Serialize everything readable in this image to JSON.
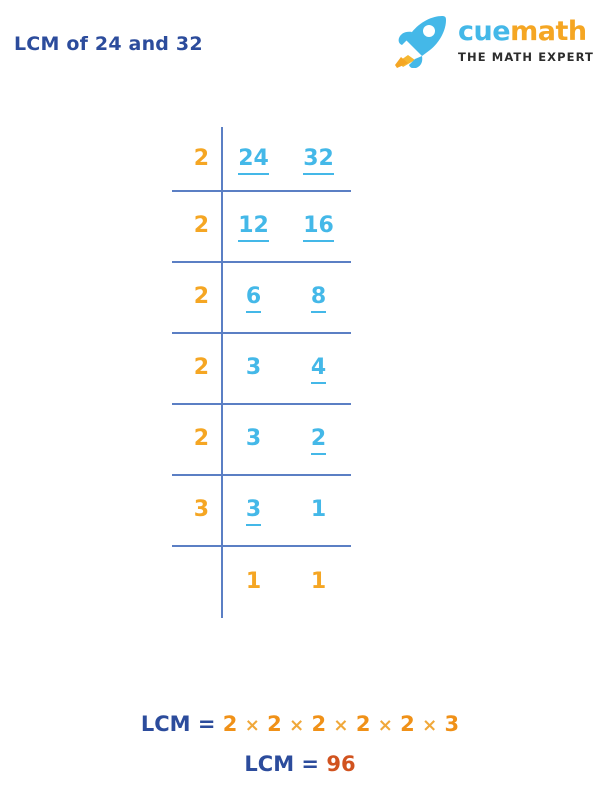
{
  "header": {
    "title": "LCM of 24 and 32",
    "brand": {
      "icon": "rocket-icon",
      "word_part1": "cue",
      "word_part2": "math",
      "tagline": "THE MATH EXPERT"
    }
  },
  "colors": {
    "title_blue": "#2c4c9c",
    "number_blue": "#44b8e8",
    "divisor_yellow": "#f5a623",
    "line_blue": "#5b7fc4",
    "result_orange": "#f09118",
    "answer_rust": "#d1531f"
  },
  "ladder": {
    "rows": [
      {
        "divisor": "2",
        "a": "24",
        "a_underlined": true,
        "b": "32",
        "b_underlined": true
      },
      {
        "divisor": "2",
        "a": "12",
        "a_underlined": true,
        "b": "16",
        "b_underlined": true
      },
      {
        "divisor": "2",
        "a": "6",
        "a_underlined": true,
        "b": "8",
        "b_underlined": true
      },
      {
        "divisor": "2",
        "a": "3",
        "a_underlined": false,
        "b": "4",
        "b_underlined": true
      },
      {
        "divisor": "2",
        "a": "3",
        "a_underlined": false,
        "b": "2",
        "b_underlined": true
      },
      {
        "divisor": "3",
        "a": "3",
        "a_underlined": true,
        "b": "1",
        "b_underlined": false
      },
      {
        "divisor": "",
        "a": "1",
        "a_underlined": false,
        "b": "1",
        "b_underlined": false
      }
    ]
  },
  "result": {
    "label": "LCM",
    "equals": "=",
    "factors": [
      "2",
      "2",
      "2",
      "2",
      "2",
      "3"
    ],
    "times_symbol": "×",
    "answer_label": "LCM",
    "answer_equals": "=",
    "answer": "96"
  }
}
